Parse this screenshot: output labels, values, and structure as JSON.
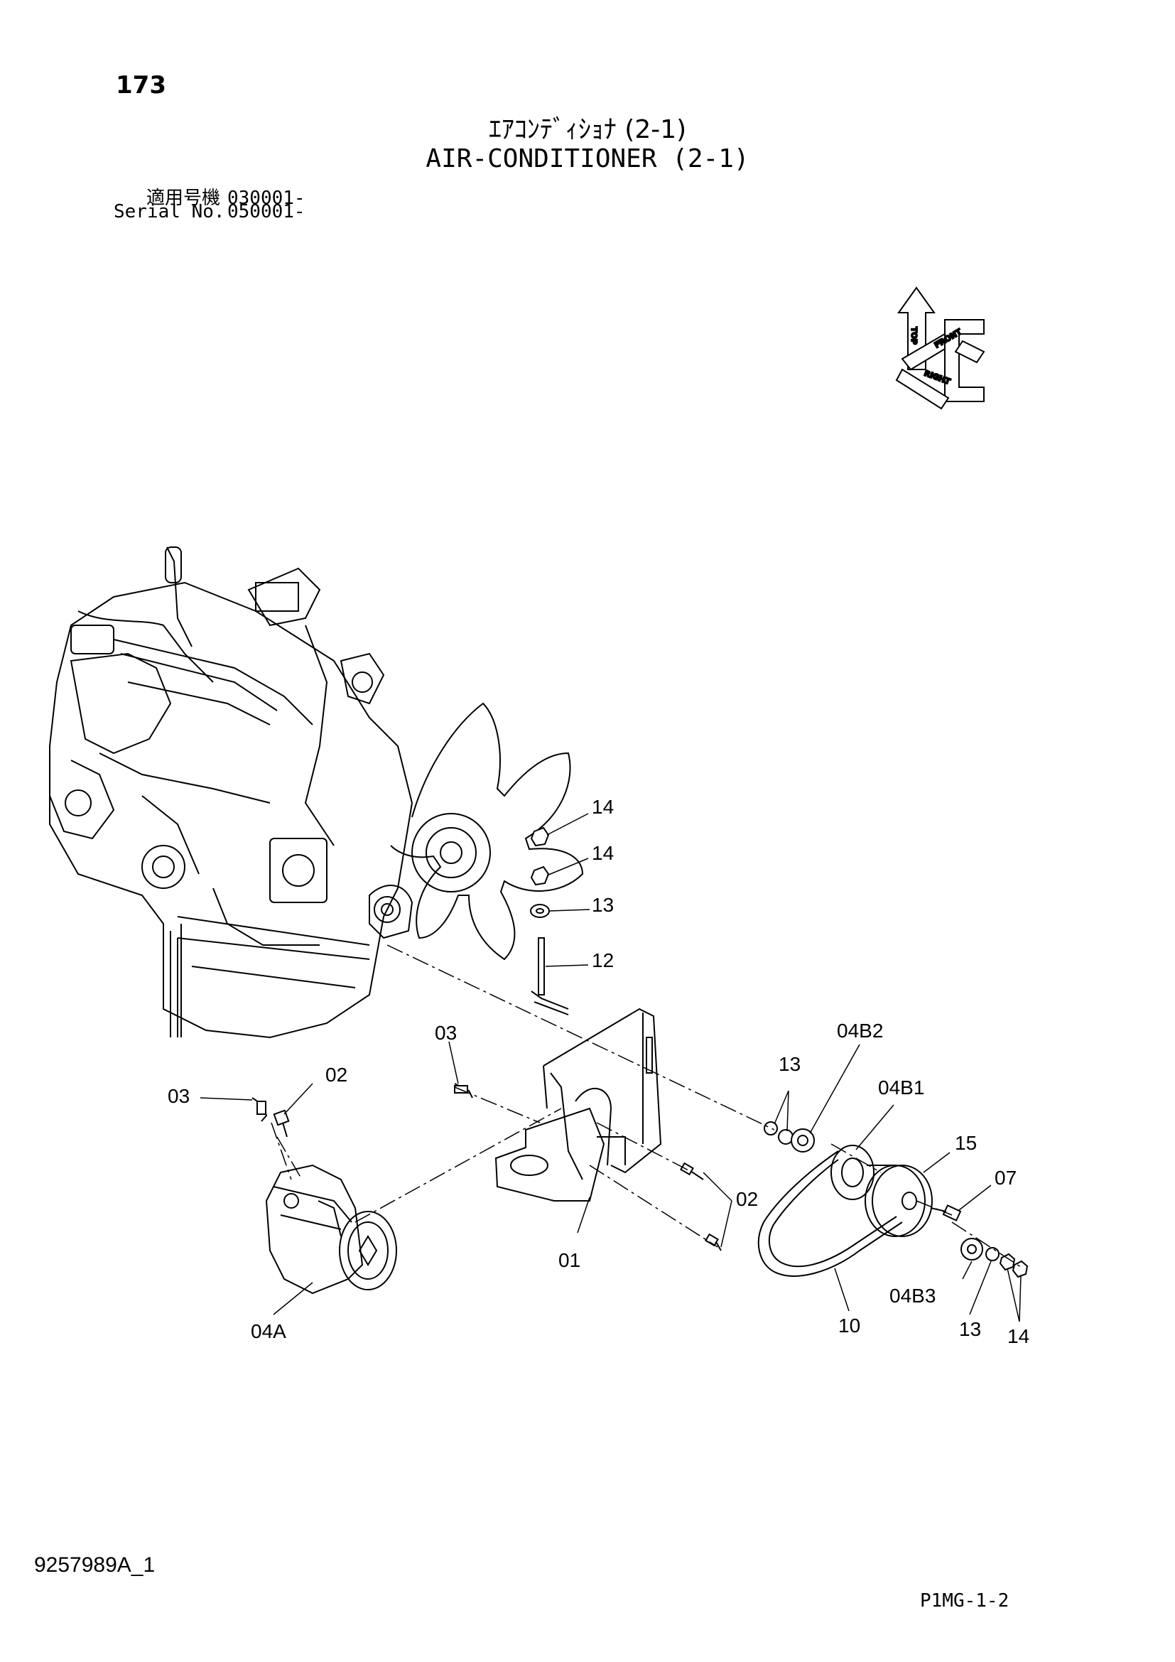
{
  "header": {
    "page_number": "173",
    "title_jp": "ｴｱｺﾝﾃﾞｨｼｮﾅ (2-1)",
    "title_en": "AIR-CONDITIONER (2-1)",
    "serial_jp_label": "適用号機",
    "serial_jp_value": "030001-",
    "serial_en_label": "Serial No.",
    "serial_en_value": "050001-"
  },
  "orientation": {
    "top": "TOP",
    "front": "FRONT",
    "right": "RIGHT"
  },
  "callouts": [
    "14",
    "14",
    "13",
    "12",
    "03",
    "03",
    "02",
    "04B2",
    "13",
    "04B1",
    "15",
    "07",
    "02",
    "01",
    "04B3",
    "13",
    "14",
    "10",
    "04A"
  ],
  "footer": {
    "document_number": "9257989A_1",
    "figure_code": "P1MG-1-2"
  }
}
